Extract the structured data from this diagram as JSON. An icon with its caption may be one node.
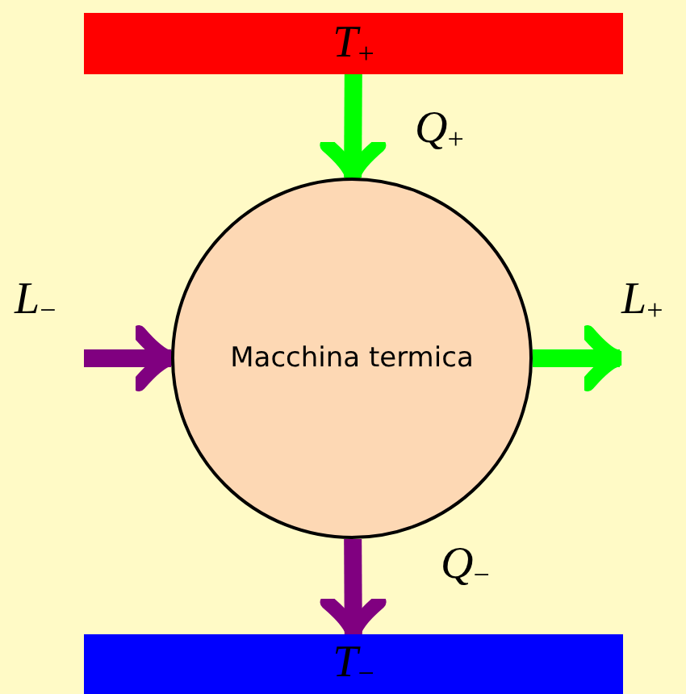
{
  "diagram": {
    "nodes": [
      {
        "text": [
          "*T*$_{+}$"
        ]
      },
      {
        "text": [
          "Macchina termica"
        ]
      },
      {
        "text": [
          "*T*$_{−}$"
        ]
      }
    ],
    "edges": [
      {
        "from": 0,
        "to": 1,
        "arrow": "to",
        "label": "*Q*$_{+}$",
        "color": "#00ff00"
      },
      {
        "from": 1,
        "to": 2,
        "arrow": "to",
        "label": "*Q*$_{−}$",
        "color": "#800080"
      },
      {
        "from": null,
        "to": 1,
        "arrow": "to",
        "label": "*L*$_{−}$",
        "color": "#800080"
      },
      {
        "from": 1,
        "to": null,
        "arrow": "to",
        "label": "*L*$_{+}$",
        "color": "#00ff00"
      }
    ]
  }
}
